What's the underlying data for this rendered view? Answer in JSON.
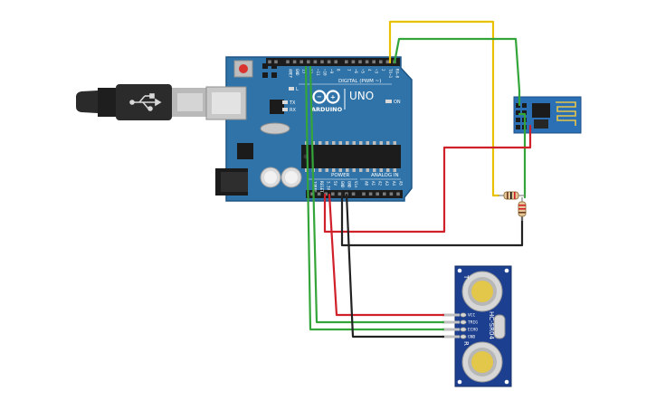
{
  "arduino": {
    "brand": "ARDUINO",
    "model": "UNO",
    "digital_header": "DIGITAL (PWM ~)",
    "power_header": "POWER",
    "analog_header": "ANALOG IN",
    "on_label": "ON",
    "tx_label": "TX",
    "rx_label": "RX",
    "l_label": "L",
    "digital_pins": [
      "AREF",
      "GND",
      "13",
      "12",
      "~11",
      "~10",
      "~9",
      "8",
      "7",
      "~6",
      "~5",
      "4",
      "~3",
      "2",
      "TX→1",
      "RX←0"
    ],
    "power_pins": [
      "IOREF",
      "RESET",
      "3.3V",
      "5V",
      "GND",
      "GND",
      "Vin"
    ],
    "analog_pins": [
      "A0",
      "A1",
      "A2",
      "A3",
      "A4",
      "A5"
    ]
  },
  "sensor": {
    "model": "HC-SR04",
    "pins": [
      "VCC",
      "TRIG",
      "ECHO",
      "GND"
    ],
    "t_label": "T",
    "r_label": "R"
  },
  "colors": {
    "board": "#2f73a8",
    "board_edge": "#1f5584",
    "wire_red": "#d0202a",
    "wire_green": "#34a639",
    "wire_yellow": "#e8c200",
    "wire_black": "#222222",
    "sensor_board": "#1d3f8f",
    "esp_board": "#2b6fb5"
  },
  "icons": {
    "usb": "usb-icon",
    "infinity": "arduino-infinity-icon"
  }
}
